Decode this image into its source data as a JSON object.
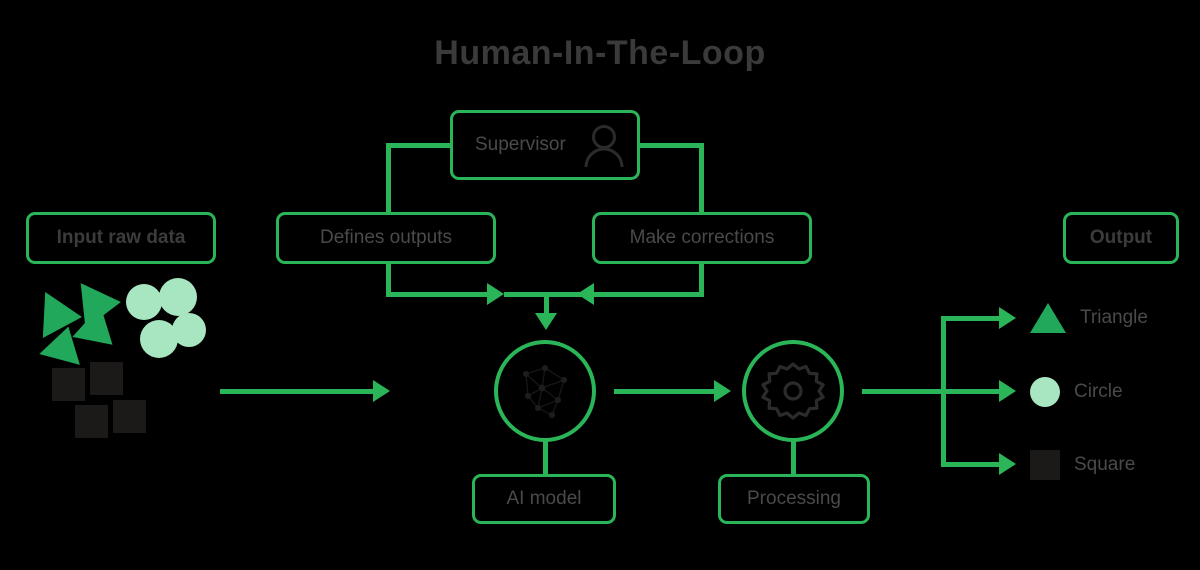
{
  "title": "Human-In-The-Loop",
  "nodes": {
    "input": {
      "label": "Input raw data"
    },
    "supervisor": {
      "label": "Supervisor",
      "icon": "person-icon"
    },
    "defines_outputs": {
      "label": "Defines outputs"
    },
    "make_corrections": {
      "label": "Make corrections"
    },
    "ai_model": {
      "label": "AI model",
      "icon": "neural-network-icon"
    },
    "processing": {
      "label": "Processing",
      "icon": "gear-icon"
    },
    "output": {
      "label": "Output"
    }
  },
  "input_shapes": {
    "triangles": {
      "count": 4,
      "color": "#22a85a"
    },
    "circles": {
      "count": 4,
      "color": "#a8e6c1"
    },
    "squares": {
      "count": 4,
      "color": "#1c1a18"
    }
  },
  "legend": [
    {
      "shape": "triangle",
      "label": "Triangle",
      "color": "#22a85a"
    },
    {
      "shape": "circle",
      "label": "Circle",
      "color": "#a8e6c1"
    },
    {
      "shape": "square",
      "label": "Square",
      "color": "#1c1a18"
    }
  ],
  "colors": {
    "accent_green": "#2bb559",
    "shape_green": "#22a85a",
    "mint": "#a8e6c1",
    "dark": "#1c1a18",
    "text": "#4a4a4a",
    "title": "#3a3a3a",
    "background": "#000000"
  }
}
